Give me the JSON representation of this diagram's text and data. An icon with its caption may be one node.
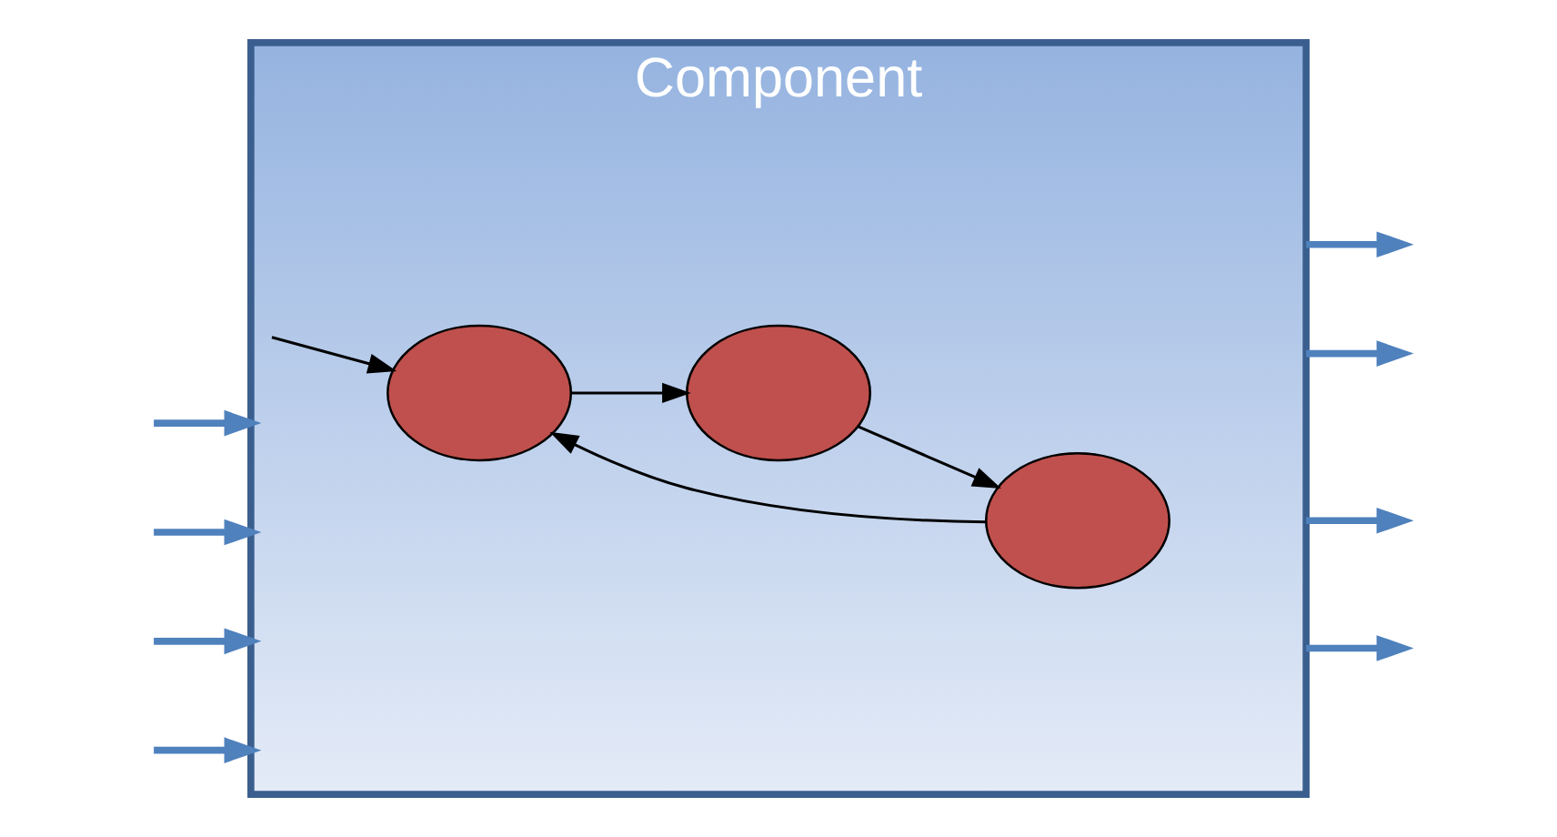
{
  "diagram": {
    "nodes": [
      {
        "text": [
          "Component"
        ]
      },
      {
        "text": [],
        "shape": "ellipse",
        "in": 0
      },
      {
        "text": [],
        "shape": "ellipse",
        "in": 0
      },
      {
        "text": [],
        "shape": "ellipse",
        "in": 0
      }
    ],
    "edges": [
      {
        "from": null,
        "to": 0,
        "arrow": "to"
      },
      {
        "from": null,
        "to": 0,
        "arrow": "to"
      },
      {
        "from": null,
        "to": 0,
        "arrow": "to"
      },
      {
        "from": null,
        "to": 0,
        "arrow": "to"
      },
      {
        "from": 0,
        "to": null,
        "arrow": "to"
      },
      {
        "from": 0,
        "to": null,
        "arrow": "to"
      },
      {
        "from": 0,
        "to": null,
        "arrow": "to"
      },
      {
        "from": 0,
        "to": null,
        "arrow": "to"
      },
      {
        "from": null,
        "to": 1,
        "arrow": "to",
        "color": "#000000"
      },
      {
        "from": 1,
        "to": 2,
        "arrow": "to",
        "color": "#000000"
      },
      {
        "from": 2,
        "to": 3,
        "arrow": "to",
        "color": "#000000"
      },
      {
        "from": 3,
        "to": 1,
        "arrow": "to",
        "color": "#000000"
      }
    ]
  }
}
